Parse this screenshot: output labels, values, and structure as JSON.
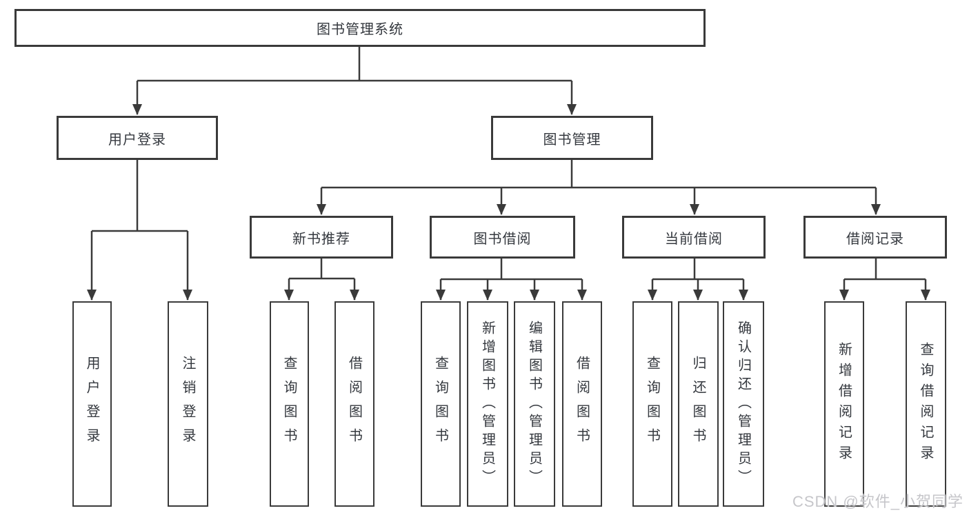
{
  "tree": {
    "root": "图书管理系统",
    "branches": [
      {
        "label": "用户登录",
        "children": [
          "用户登录",
          "注销登录"
        ]
      },
      {
        "label": "图书管理",
        "sections": [
          {
            "label": "新书推荐",
            "children": [
              "查询图书",
              "借阅图书"
            ]
          },
          {
            "label": "图书借阅",
            "children": [
              "查询图书",
              "新增图书（管理员）",
              "编辑图书（管理员）",
              "借阅图书"
            ]
          },
          {
            "label": "当前借阅",
            "children": [
              "查询图书",
              "归还图书",
              "确认归还（管理员）"
            ]
          },
          {
            "label": "借阅记录",
            "children": [
              "新增借阅记录",
              "查询借阅记录"
            ]
          }
        ]
      }
    ]
  },
  "watermark": {
    "text": "CSDN @软件_小贺同学"
  },
  "colors": {
    "line": "#3a3a3a",
    "text": "#34383e",
    "watermark": "#c6c6ca",
    "background": "#ffffff"
  }
}
